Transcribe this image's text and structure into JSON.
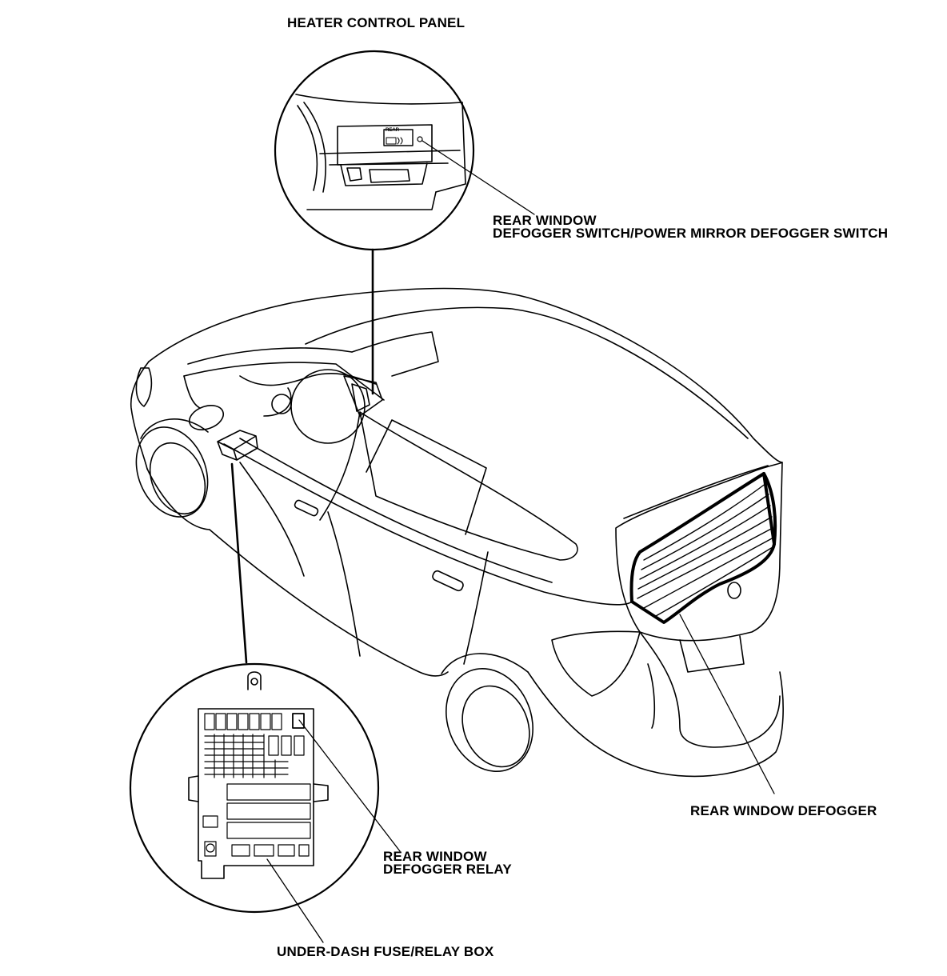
{
  "labels": {
    "heater_control_panel": "HEATER CONTROL PANEL",
    "defogger_switch_line1": "REAR WINDOW",
    "defogger_switch_line2": "DEFOGGER SWITCH/POWER MIRROR DEFOGGER SWITCH",
    "rear_window_defogger": "REAR WINDOW DEFOGGER",
    "defogger_relay_line1": "REAR WINDOW",
    "defogger_relay_line2": "DEFOGGER RELAY",
    "fuse_box": "UNDER-DASH FUSE/RELAY BOX"
  },
  "switch_inset": {
    "button_text": "REAR"
  },
  "colors": {
    "line": "#000000",
    "background": "#ffffff"
  }
}
